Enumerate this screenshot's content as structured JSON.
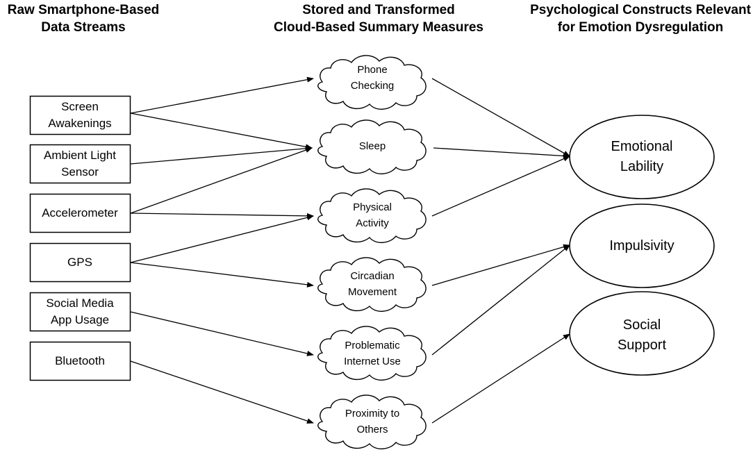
{
  "headers": {
    "raw": [
      "Raw Smartphone-Based",
      "Data Streams"
    ],
    "cloud": [
      "Stored and Transformed",
      "Cloud-Based Summary Measures"
    ],
    "psych": [
      "Psychological Constructs Relevant",
      "for Emotion Dysregulation"
    ]
  },
  "sources": [
    {
      "id": "screen",
      "lines": [
        "Screen",
        "Awakenings"
      ]
    },
    {
      "id": "light",
      "lines": [
        "Ambient Light",
        "Sensor"
      ]
    },
    {
      "id": "accel",
      "lines": [
        "Accelerometer"
      ]
    },
    {
      "id": "gps",
      "lines": [
        "GPS"
      ]
    },
    {
      "id": "social-media",
      "lines": [
        "Social Media",
        "App Usage"
      ]
    },
    {
      "id": "bluetooth",
      "lines": [
        "Bluetooth"
      ]
    }
  ],
  "measures": [
    {
      "id": "phone-checking",
      "lines": [
        "Phone",
        "Checking"
      ]
    },
    {
      "id": "sleep",
      "lines": [
        "Sleep"
      ]
    },
    {
      "id": "physical-activity",
      "lines": [
        "Physical",
        "Activity"
      ]
    },
    {
      "id": "circadian-movement",
      "lines": [
        "Circadian",
        "Movement"
      ]
    },
    {
      "id": "problematic-internet-use",
      "lines": [
        "Problematic",
        "Internet Use"
      ]
    },
    {
      "id": "proximity-to-others",
      "lines": [
        "Proximity to",
        "Others"
      ]
    }
  ],
  "constructs": [
    {
      "id": "emotional-lability",
      "lines": [
        "Emotional",
        "Lability"
      ]
    },
    {
      "id": "impulsivity",
      "lines": [
        "Impulsivity"
      ]
    },
    {
      "id": "social-support",
      "lines": [
        "Social",
        "Support"
      ]
    }
  ]
}
